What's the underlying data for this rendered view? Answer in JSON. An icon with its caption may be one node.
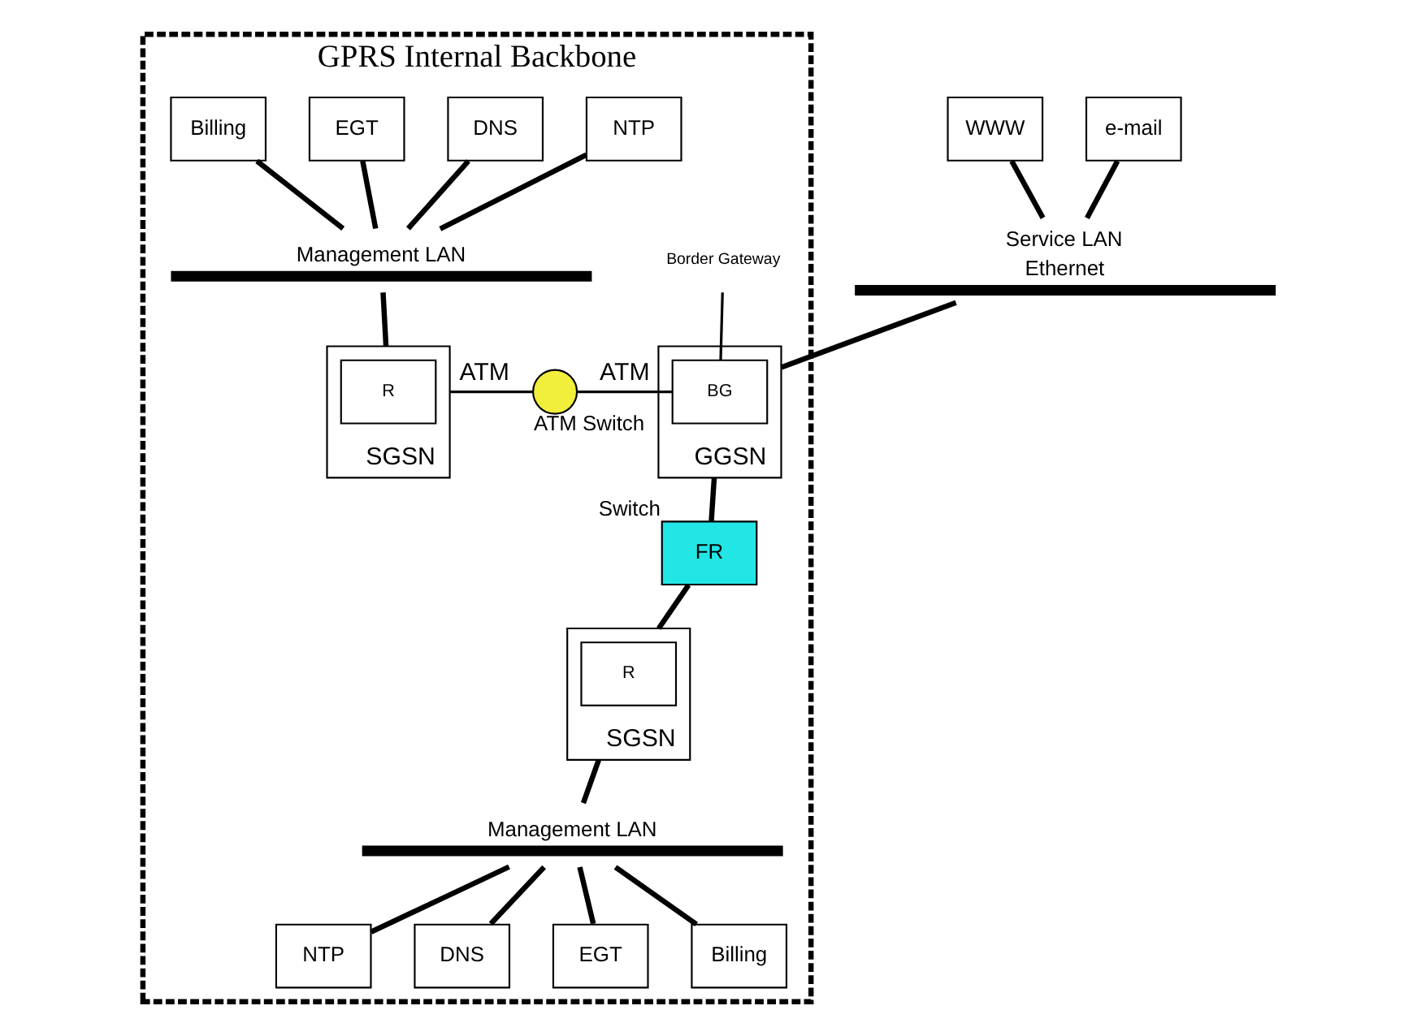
{
  "diagram": {
    "nodes": [
      {
        "text": [
          "GPRS Internal Backbone"
        ]
      },
      {
        "text": [
          "NTP"
        ],
        "in": 0
      },
      {
        "text": [
          "DNS"
        ],
        "in": 0
      },
      {
        "text": [
          "EGT"
        ],
        "in": 0
      },
      {
        "text": [
          "Billing"
        ],
        "in": 0
      },
      {
        "text": [],
        "shape": "bar",
        "in": 0,
        "beside": [
          "Management LAN"
        ]
      },
      {
        "text": [
          "SGSN"
        ],
        "in": 0
      },
      {
        "text": [
          "R"
        ],
        "in": 6
      },
      {
        "text": [],
        "shape": "circle",
        "in": 0,
        "beside": [
          "ATM Switch"
        ]
      },
      {
        "text": [
          "GGSN"
        ],
        "in": 0
      },
      {
        "text": [
          "BG"
        ],
        "in": 9
      },
      {
        "text": [
          "Border Gateway"
        ],
        "in": 0
      },
      {
        "text": [
          "FR"
        ],
        "in": 0,
        "beside": [
          "Switch"
        ]
      },
      {
        "text": [
          "SGSN"
        ],
        "in": 0
      },
      {
        "text": [
          "R"
        ],
        "in": 13
      },
      {
        "text": [],
        "shape": "bar",
        "in": 0,
        "beside": [
          "Management LAN"
        ]
      },
      {
        "text": [
          "NTP"
        ],
        "in": 0
      },
      {
        "text": [
          "DNS"
        ],
        "in": 0
      },
      {
        "text": [
          "EGT"
        ],
        "in": 0
      },
      {
        "text": [
          "Billing"
        ],
        "in": 0
      },
      {
        "text": [],
        "shape": "bar",
        "beside": [
          "Service LAN",
          "Ethernet"
        ]
      },
      {
        "text": [
          "WWW"
        ]
      },
      {
        "text": [
          "e-mail"
        ]
      }
    ],
    "edges": [
      {
        "from": 1,
        "to": 5,
        "arrow": "none"
      },
      {
        "from": 2,
        "to": 5,
        "arrow": "none"
      },
      {
        "from": 3,
        "to": 5,
        "arrow": "none"
      },
      {
        "from": 4,
        "to": 5,
        "arrow": "none"
      },
      {
        "from": 5,
        "to": 6,
        "arrow": "none"
      },
      {
        "from": 6,
        "to": 8,
        "arrow": "none",
        "label": "ATM"
      },
      {
        "from": 8,
        "to": 10,
        "arrow": "none",
        "label": "ATM"
      },
      {
        "from": 11,
        "to": 10,
        "arrow": "none"
      },
      {
        "from": 9,
        "to": 12,
        "arrow": "none"
      },
      {
        "from": 12,
        "to": 13,
        "arrow": "none"
      },
      {
        "from": 13,
        "to": 15,
        "arrow": "none"
      },
      {
        "from": 15,
        "to": 16,
        "arrow": "none"
      },
      {
        "from": 15,
        "to": 17,
        "arrow": "none"
      },
      {
        "from": 15,
        "to": 18,
        "arrow": "none"
      },
      {
        "from": 15,
        "to": 19,
        "arrow": "none"
      },
      {
        "from": 21,
        "to": 20,
        "arrow": "none"
      },
      {
        "from": 22,
        "to": 20,
        "arrow": "none"
      },
      {
        "from": 20,
        "to": 9,
        "arrow": "none"
      }
    ]
  }
}
